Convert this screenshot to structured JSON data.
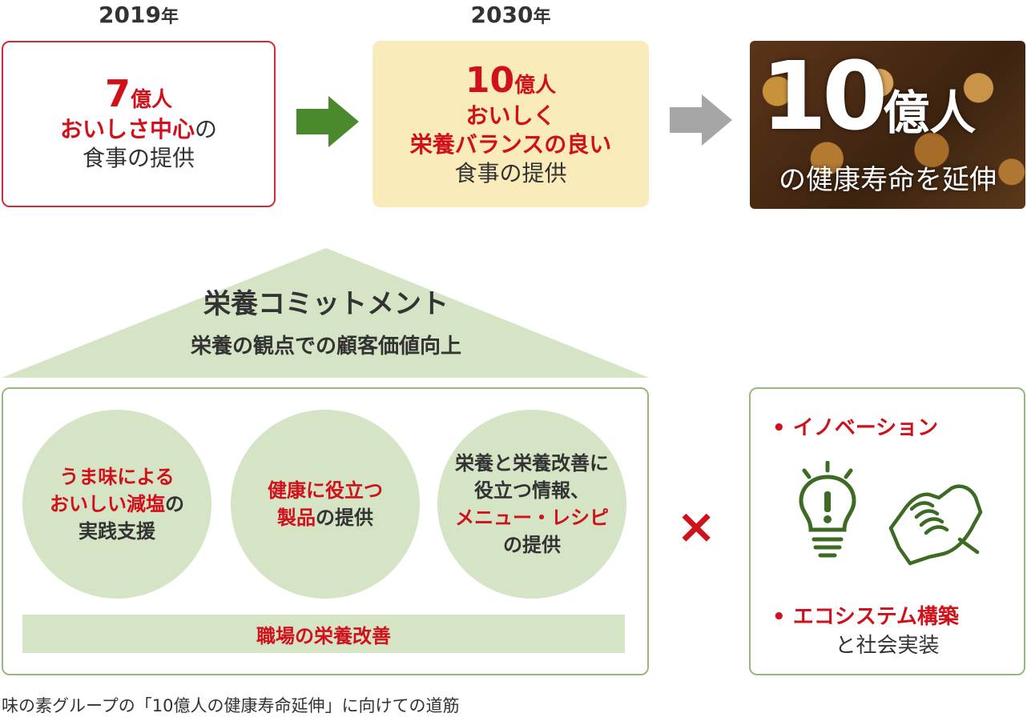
{
  "top": {
    "year_2019": {
      "num": "2019",
      "unit": "年"
    },
    "year_2030": {
      "num": "2030",
      "unit": "年"
    },
    "box2019": {
      "number": "7",
      "number_unit": "億人",
      "line1_red": "おいしさ中心",
      "line1_tail": "の",
      "line2": "食事の提供"
    },
    "box2030": {
      "number": "10",
      "number_unit": "億人",
      "line1": "おいしく",
      "line2": "栄養バランスの良い",
      "line3": "食事の提供"
    },
    "photo": {
      "number": "10",
      "number_unit": "億人",
      "sub": "の健康寿命を延伸"
    }
  },
  "commitment": {
    "title": "栄養コミットメント",
    "subtitle": "栄養の観点での顧客価値向上",
    "circle1": {
      "l1": "うま味による",
      "l2_red": "おいしい減塩",
      "l2_tail": "の",
      "l3": "実践支援"
    },
    "circle2": {
      "l1": "健康に役立つ",
      "l2_red": "製品",
      "l2_tail": "の提供"
    },
    "circle3": {
      "l1": "栄養と栄養改善に",
      "l2": "役立つ情報、",
      "l3_red": "メニュー・レシピ",
      "l4": "の提供"
    },
    "bar": "職場の栄養改善"
  },
  "times_symbol": "×",
  "innovation": {
    "bullet": "•",
    "item1": "イノベーション",
    "item2": "エコシステム構築",
    "item2_sub": "と社会実装"
  },
  "caption": "味の素グループの「10億人の健康寿命延伸」に向けての道筋",
  "colors": {
    "red": "#d0101b",
    "green_arrow": "#4a8a2c",
    "gray_arrow": "#a6a6a6",
    "circle_fill": "#d4e4c5",
    "yellow_box": "#f9ebba",
    "icon_green": "#3d6b23"
  }
}
